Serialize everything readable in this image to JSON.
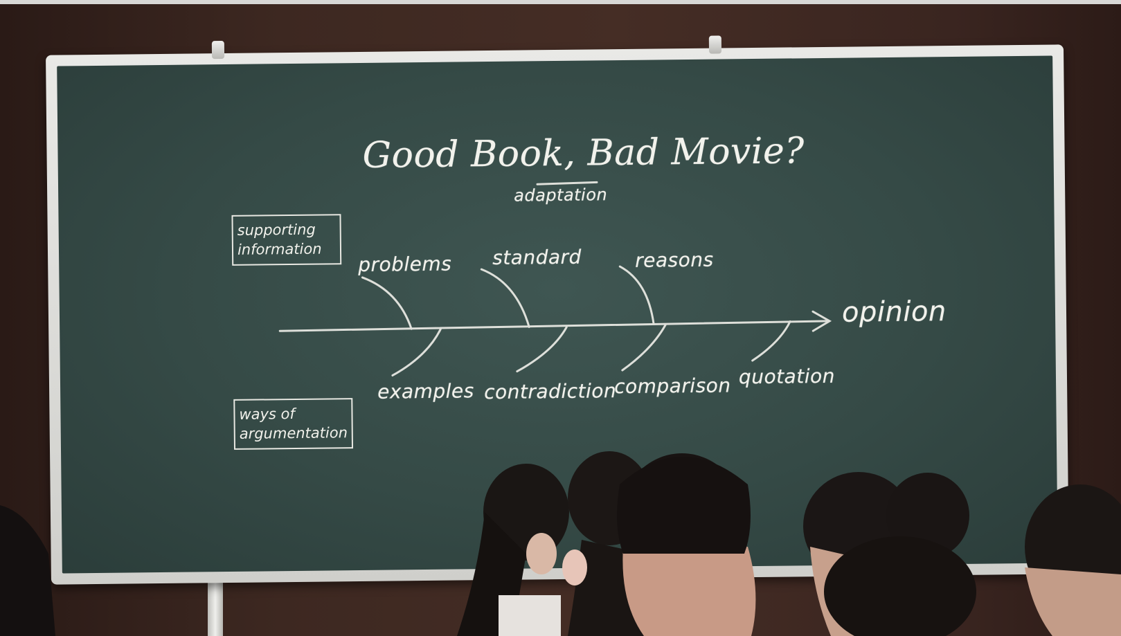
{
  "board": {
    "title": "Good Book, Bad Movie?",
    "subtitle": "adaptation",
    "box_supporting": "supporting information",
    "box_ways": "ways of argumentation",
    "top_labels": [
      "problems",
      "standard",
      "reasons"
    ],
    "bottom_labels": [
      "examples",
      "contradiction",
      "comparison",
      "quotation"
    ],
    "conclusion": "opinion"
  },
  "colors": {
    "chalkboard": "#354a46",
    "chalk": "#f2f2ec",
    "frame": "#dededb",
    "wall": "#3d2821"
  }
}
